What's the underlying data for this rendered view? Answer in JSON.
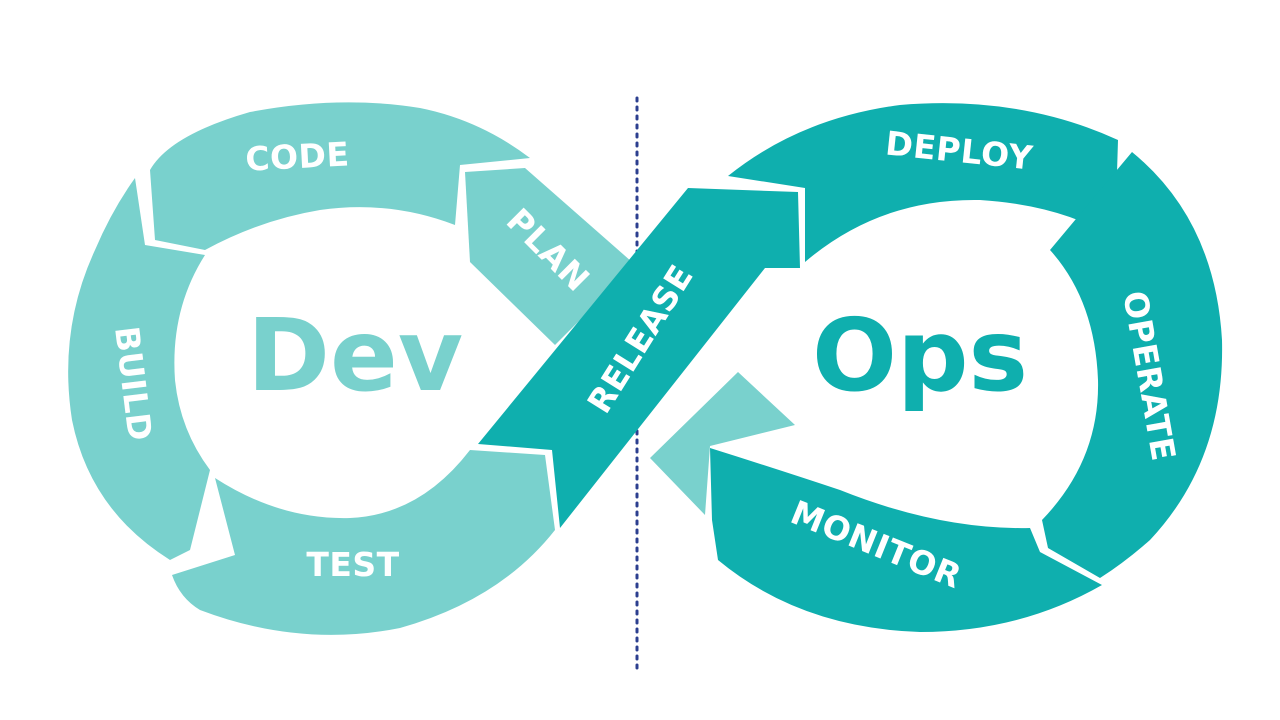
{
  "title": "",
  "colors": {
    "dev": "#79d1cd",
    "ops": "#0fafae",
    "divider": "#2c3f8f",
    "background": "#ffffff"
  },
  "dev": {
    "word": "Dev",
    "stages": {
      "plan": "PLAN",
      "code": "CODE",
      "build": "BUILD",
      "test": "TEST"
    }
  },
  "ops": {
    "word": "Ops",
    "stages": {
      "release": "RELEASE",
      "deploy": "DEPLOY",
      "operate": "OPERATE",
      "monitor": "MONITOR"
    }
  }
}
